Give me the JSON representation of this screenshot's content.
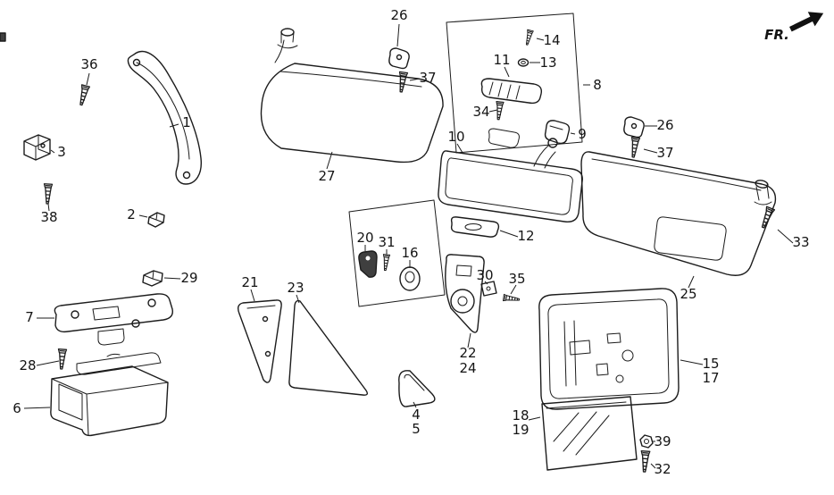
{
  "diagram": {
    "fr_label": "FR.",
    "ink_color": "#1c1c1c",
    "background_color": "#ffffff",
    "labels": [
      "36",
      "1",
      "3",
      "38",
      "2",
      "29",
      "7",
      "28",
      "6",
      "27",
      "26",
      "37",
      "14",
      "11",
      "13",
      "8",
      "34",
      "9",
      "10",
      "26",
      "37",
      "12",
      "33",
      "25",
      "20",
      "31",
      "16",
      "21",
      "23",
      "30",
      "35",
      "22",
      "24",
      "15",
      "17",
      "4",
      "5",
      "18",
      "19",
      "39",
      "32"
    ]
  }
}
